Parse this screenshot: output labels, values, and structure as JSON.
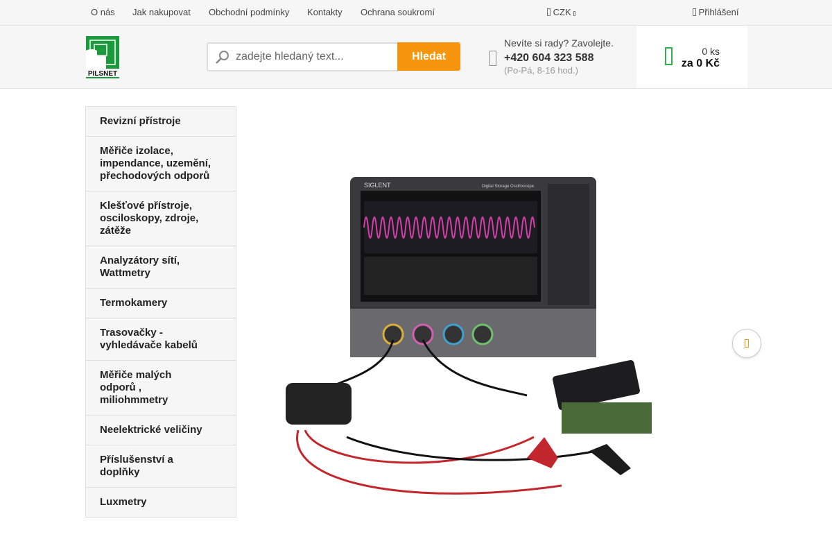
{
  "topnav": {
    "links": [
      "O nás",
      "Jak nakupovat",
      "Obchodní podmínky",
      "Kontakty",
      "Ochrana soukromí"
    ],
    "currency": "CZK",
    "login": "Přihlášení"
  },
  "header": {
    "logo_text": "PILSNET",
    "search_placeholder": "zadejte hledaný text...",
    "search_button": "Hledat",
    "contact": {
      "prompt": "Nevíte si rady? Zavolejte.",
      "phone": "+420 604 323 588",
      "hours": "(Po-Pá, 8-16 hod.)"
    },
    "cart": {
      "count": "0 ks",
      "total": "za 0 Kč"
    }
  },
  "colors": {
    "accent": "#f7960e",
    "brand": "#2eb24c"
  },
  "sidebar": {
    "items": [
      "Revizní přístroje",
      "Měřiče izolace, impendance, uzemění, přechodových odporů",
      "Klešťové přístroje, osciloskopy, zdroje, zátěže",
      "Analyzátory sítí, Wattmetry",
      "Termokamery",
      "Trasovačky - vyhledávače kabelů",
      "Měřiče malých odporů , miliohmmetry",
      "Neelektrické veličiny",
      "Příslušenství a doplňky",
      "Luxmetry"
    ]
  },
  "banner": {
    "scope_brand": "SIGLENT",
    "scope_title": "Digital Storage Oscilloscope"
  }
}
